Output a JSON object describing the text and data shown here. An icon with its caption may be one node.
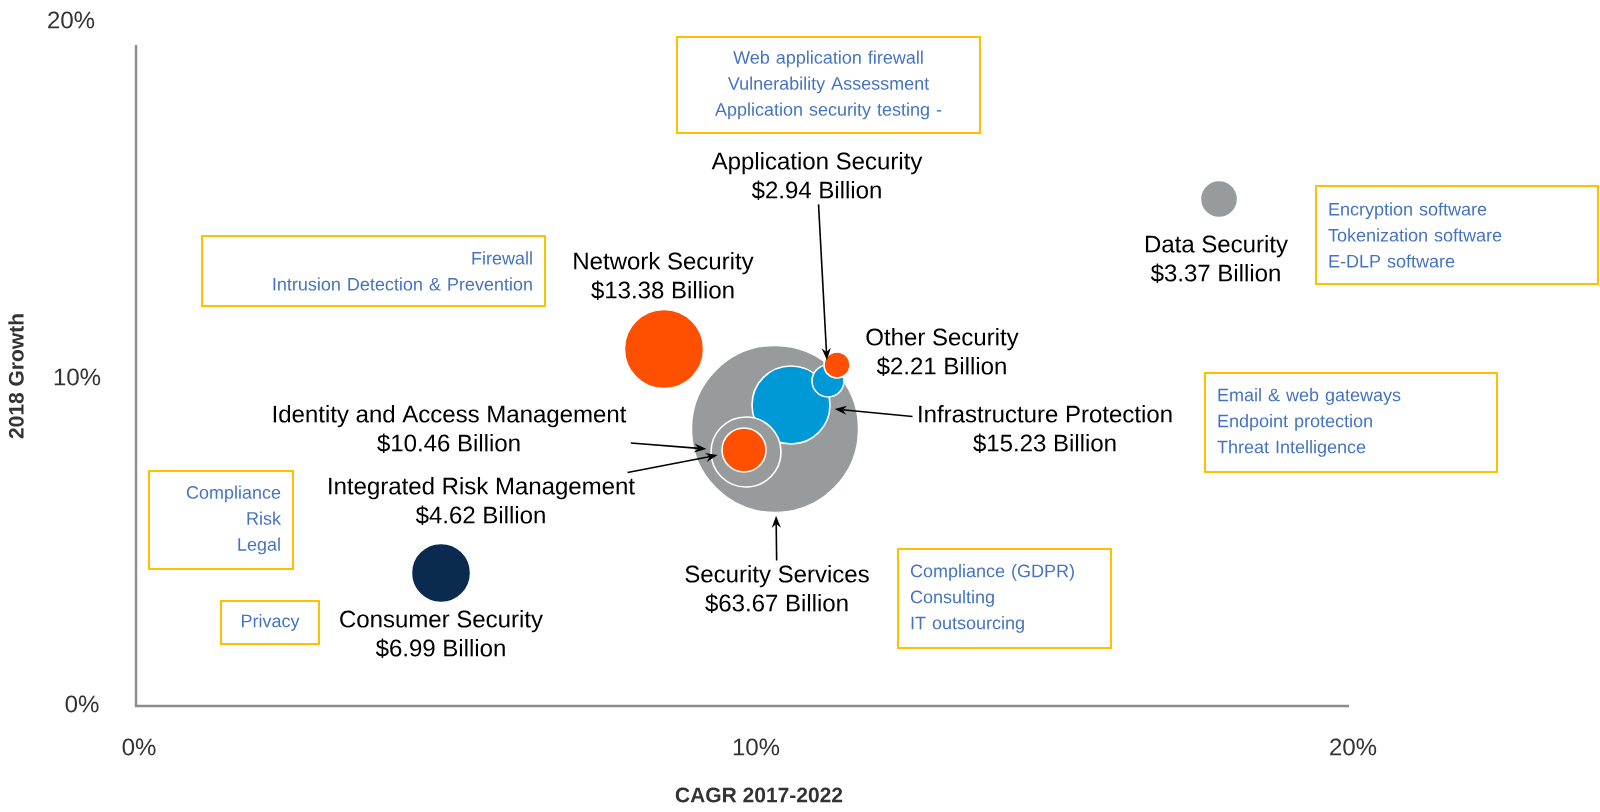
{
  "diagram": {
    "nodes": [
      {
        "text": [],
        "shape": "circle"
      },
      {
        "text": [],
        "shape": "circle",
        "beside": [
          "Network Security",
          "$13.38 Billion"
        ]
      },
      {
        "text": [],
        "shape": "circle",
        "in": 0
      },
      {
        "text": [],
        "shape": "circle",
        "in": 0
      },
      {
        "text": [],
        "shape": "circle",
        "beside": [
          "Other Security",
          "$2.21 Billion"
        ]
      },
      {
        "text": [],
        "shape": "circle",
        "in": 0
      },
      {
        "text": [],
        "shape": "circle",
        "in": 5
      },
      {
        "text": [],
        "shape": "circle",
        "beside": [
          "Consumer Security",
          "$6.99 Billion"
        ]
      },
      {
        "text": [],
        "shape": "circle",
        "beside": [
          "Data Security",
          "$3.37 Billion"
        ]
      },
      {
        "text": [
          "Application Security",
          "$2.94 Billion"
        ]
      },
      {
        "text": [
          "Identity and Access Management",
          "$10.46 Billion"
        ]
      },
      {
        "text": [
          "Infrastructure Protection",
          "$15.23 Billion"
        ]
      },
      {
        "text": [
          "Integrated Risk Management",
          "$4.62 Billion"
        ]
      },
      {
        "text": [
          "Security Services",
          "$63.67 Billion"
        ]
      },
      {
        "text": [
          "Web application firewall",
          "Vulnerability Assessment",
          "Application security testing -"
        ]
      },
      {
        "text": [
          "Firewall",
          "Intrusion Detection & Prevention"
        ]
      },
      {
        "text": [
          "Encryption software",
          "Tokenization software",
          "E-DLP software"
        ]
      },
      {
        "text": [
          "Email & web gateways",
          "Endpoint protection",
          "Threat Intelligence"
        ]
      },
      {
        "text": [
          "Compliance",
          "Risk",
          "Legal"
        ]
      },
      {
        "text": [
          "Privacy"
        ]
      },
      {
        "text": [
          "Compliance (GDPR)",
          "Consulting",
          "IT outsourcing"
        ]
      }
    ],
    "edges": [
      {
        "from": 9,
        "to": 3,
        "arrow": "to"
      },
      {
        "from": 10,
        "to": 5,
        "arrow": "to"
      },
      {
        "from": 11,
        "to": 2,
        "arrow": "to"
      },
      {
        "from": 12,
        "to": 6,
        "arrow": "to"
      },
      {
        "from": 13,
        "to": 0,
        "arrow": "to"
      }
    ],
    "labels": [
      "20%",
      "10%",
      "0%",
      "2018 Growth",
      "0%",
      "10%",
      "20%",
      "CAGR 2017-2022"
    ]
  }
}
